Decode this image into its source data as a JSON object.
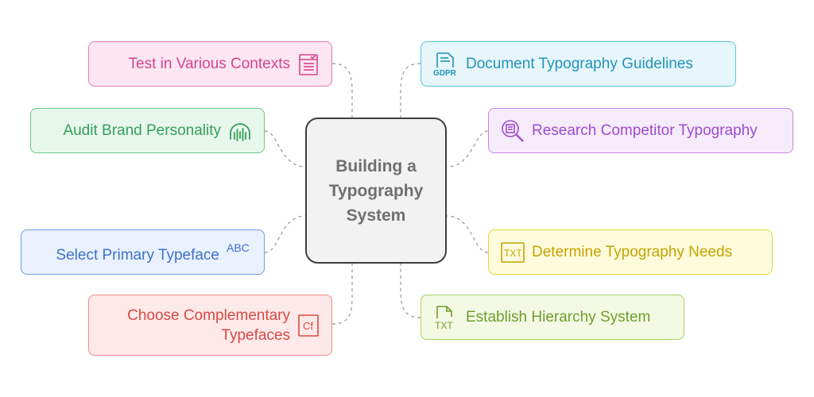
{
  "center": {
    "title": "Building a\nTypography\nSystem"
  },
  "nodes": {
    "test_contexts": {
      "label": "Test in Various Contexts",
      "color": "#d5448f",
      "icon": "checklist-icon"
    },
    "audit_brand": {
      "label": "Audit Brand Personality",
      "color": "#33a05a",
      "icon": "audio-wave-icon"
    },
    "select_typeface": {
      "label": "Select Primary Typeface",
      "color": "#3d72c9",
      "icon": "abc-icon"
    },
    "choose_complementary": {
      "label": "Choose Complementary\nTypefaces",
      "color": "#d64a45",
      "icon": "font-cf-icon"
    },
    "document_guidelines": {
      "label": "Document Typography Guidelines",
      "color": "#2293b8",
      "icon": "gdpr-document-icon"
    },
    "research_competitor": {
      "label": "Research Competitor Typography",
      "color": "#a04ccc",
      "icon": "search-document-icon"
    },
    "determine_needs": {
      "label": "Determine Typography Needs",
      "color": "#c4a300",
      "icon": "txt-box-icon"
    },
    "establish_hierarchy": {
      "label": "Establish Hierarchy System",
      "color": "#6f9d2e",
      "icon": "txt-file-icon"
    }
  }
}
